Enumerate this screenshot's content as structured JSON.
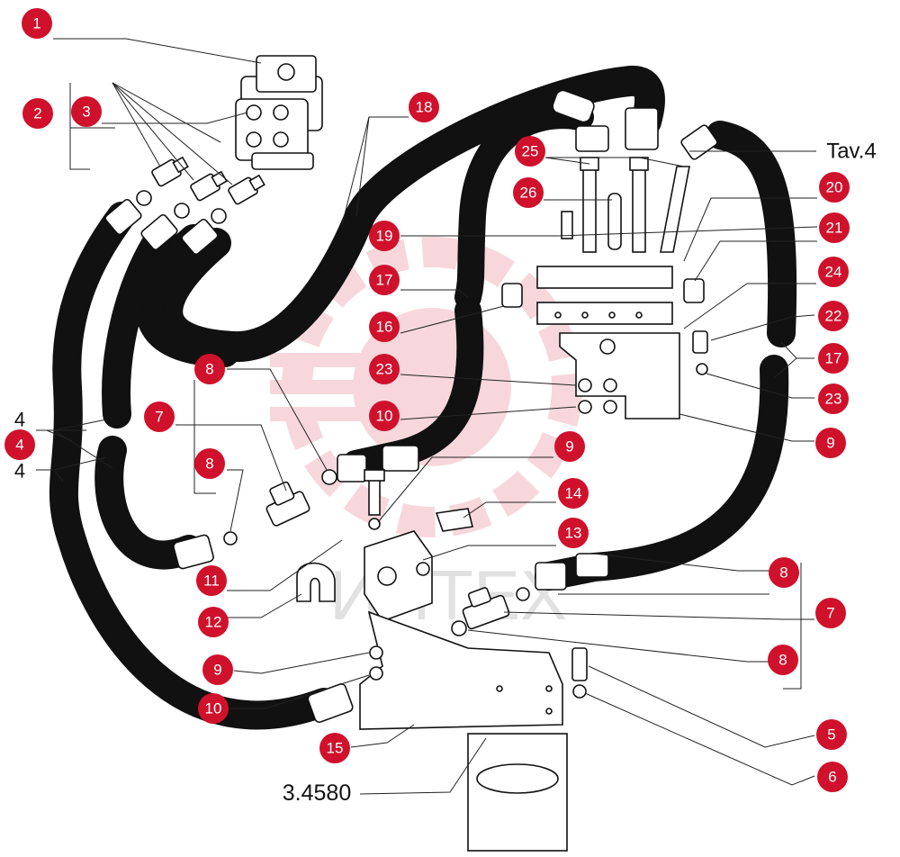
{
  "diagram": {
    "callout_color": "#d0112b",
    "watermark_text": "ИНТЕХ",
    "table_ref": "Tav.4",
    "drawing_ref": "3.4580",
    "callouts": [
      {
        "id": "c1",
        "label": "1"
      },
      {
        "id": "c2",
        "label": "2"
      },
      {
        "id": "c3",
        "label": "3"
      },
      {
        "id": "c18",
        "label": "18"
      },
      {
        "id": "c25",
        "label": "25"
      },
      {
        "id": "c26",
        "label": "26"
      },
      {
        "id": "c20",
        "label": "20"
      },
      {
        "id": "c21",
        "label": "21"
      },
      {
        "id": "c19",
        "label": "19"
      },
      {
        "id": "c17a",
        "label": "17"
      },
      {
        "id": "c24",
        "label": "24"
      },
      {
        "id": "c16",
        "label": "16"
      },
      {
        "id": "c22",
        "label": "22"
      },
      {
        "id": "c17b",
        "label": "17"
      },
      {
        "id": "c8a",
        "label": "8"
      },
      {
        "id": "c23a",
        "label": "23"
      },
      {
        "id": "c23b",
        "label": "23"
      },
      {
        "id": "c7a",
        "label": "7"
      },
      {
        "id": "c10a",
        "label": "10"
      },
      {
        "id": "c4",
        "label": "4"
      },
      {
        "id": "c9a",
        "label": "9"
      },
      {
        "id": "c9b",
        "label": "9"
      },
      {
        "id": "c8b",
        "label": "8"
      },
      {
        "id": "c14",
        "label": "14"
      },
      {
        "id": "c13",
        "label": "13"
      },
      {
        "id": "c11",
        "label": "11"
      },
      {
        "id": "c8c",
        "label": "8"
      },
      {
        "id": "c7b",
        "label": "7"
      },
      {
        "id": "c12",
        "label": "12"
      },
      {
        "id": "c8d",
        "label": "8"
      },
      {
        "id": "c9c",
        "label": "9"
      },
      {
        "id": "c10b",
        "label": "10"
      },
      {
        "id": "c5",
        "label": "5"
      },
      {
        "id": "c15",
        "label": "15"
      },
      {
        "id": "c6",
        "label": "6"
      }
    ],
    "plain_labels": [
      {
        "id": "p4a",
        "label": "4"
      },
      {
        "id": "p4b",
        "label": "4"
      }
    ]
  }
}
